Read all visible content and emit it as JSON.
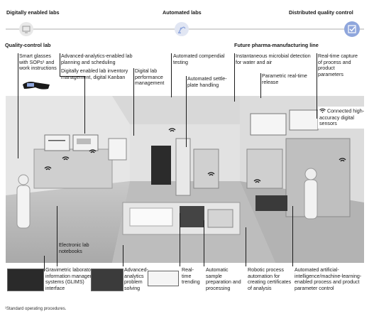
{
  "stages": {
    "digital": "Digitally enabled labs",
    "automated": "Automated labs",
    "distributed": "Distributed quality control"
  },
  "sections": {
    "qc_lab": "Quality-control lab",
    "future_line": "Future pharma-manufacturing line"
  },
  "labels": {
    "smart_glasses": "Smart glasses with SOPs¹ and work instructions",
    "advanced_analytics_planning": "Advanced-analytics-enabled lab planning and scheduling",
    "digital_inventory": "Digitally enabled lab inventory management, digital Kanban",
    "digital_performance": "Digital lab performance management",
    "compendial_testing": "Automated compendial testing",
    "settle_plate": "Automated settle-plate handling",
    "microbial_detection": "Instantaneous microbial detection for water and air",
    "parametric_release": "Parametric real-time release",
    "realtime_capture": "Real-time capture of process and product parameters",
    "connected_sensors": "Connected high-accuracy digital sensors",
    "electronic_notebooks": "Electronic lab notebooks",
    "glims": "Gravimetric laboratory information management systems (GLIMS) interface",
    "problem_solving": "Advanced-analytics problem solving",
    "realtime_trending": "Real-time trending",
    "sample_prep": "Automatic sample preparation and processing",
    "rpa": "Robotic process automation for creating certificates of analysis",
    "ai_control": "Automated artificial-intelligence/machine-learning-enabled process and product parameter control"
  },
  "footnote": "¹Standard operating procedures.",
  "icons": [
    "monitor-icon",
    "robot-arm-icon",
    "checkmark-badge-icon",
    "smart-glasses-icon",
    "wifi-icon"
  ],
  "colors": {
    "accent": "#8fa6dc",
    "line": "#d6d6d6",
    "text": "#1a1a1a"
  }
}
